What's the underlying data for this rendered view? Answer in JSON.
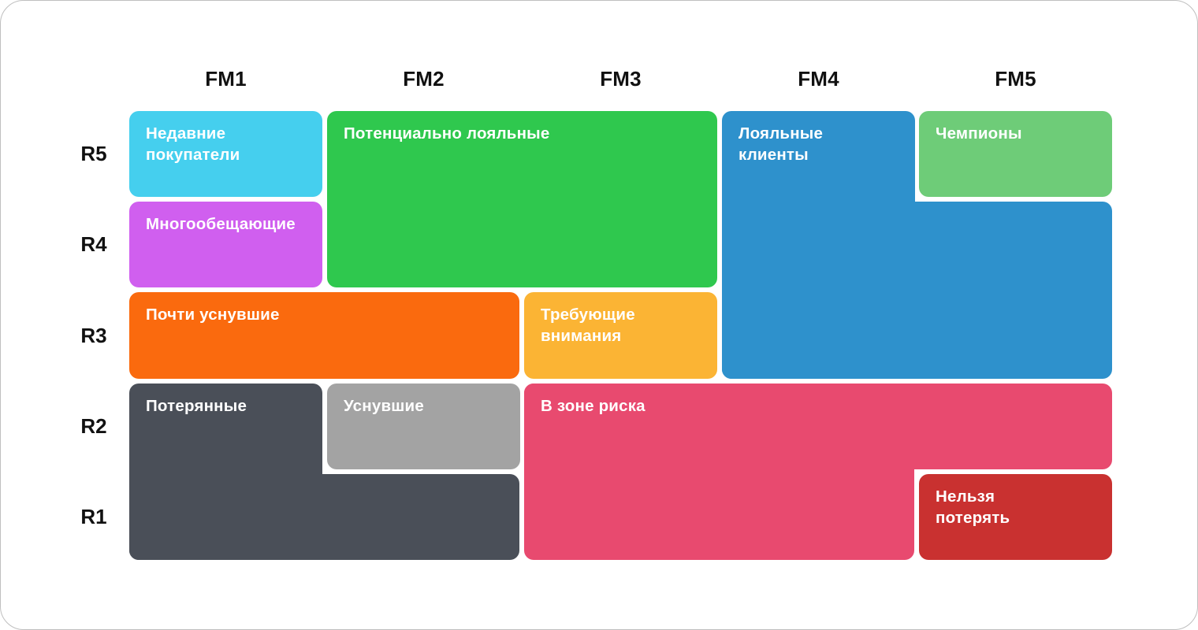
{
  "matrix": {
    "column_headers": [
      "FM1",
      "FM2",
      "FM3",
      "FM4",
      "FM5"
    ],
    "row_headers": [
      "R5",
      "R4",
      "R3",
      "R2",
      "R1"
    ]
  },
  "segments": {
    "recent_buyers": {
      "label": "Недавние покупатели",
      "color": "#45CFEE",
      "text_color": "#FFFFFF",
      "cells": [
        {
          "fm": [
            1,
            1
          ],
          "r": [
            5,
            5
          ]
        }
      ]
    },
    "potentially_loyal": {
      "label": "Потенциально лояльные",
      "color": "#2FC84E",
      "text_color": "#FFFFFF",
      "cells": [
        {
          "fm": [
            2,
            3
          ],
          "r": [
            4,
            5
          ]
        }
      ]
    },
    "loyal_customers": {
      "label": "Лояльные клиенты",
      "color": "#2E91CC",
      "text_color": "#FFFFFF",
      "cells": [
        {
          "fm": [
            4,
            4
          ],
          "r": [
            5,
            5
          ]
        },
        {
          "fm": [
            4,
            5
          ],
          "r": [
            3,
            4
          ]
        }
      ]
    },
    "champions": {
      "label": "Чемпионы",
      "color": "#6ECC78",
      "text_color": "#FFFFFF",
      "cells": [
        {
          "fm": [
            5,
            5
          ],
          "r": [
            5,
            5
          ]
        }
      ]
    },
    "promising": {
      "label": "Многообещающие",
      "color": "#D05FEF",
      "text_color": "#FFFFFF",
      "cells": [
        {
          "fm": [
            1,
            1
          ],
          "r": [
            4,
            4
          ]
        }
      ]
    },
    "about_to_sleep": {
      "label": "Почти уснувшие",
      "color": "#FA6A0E",
      "text_color": "#FFFFFF",
      "cells": [
        {
          "fm": [
            1,
            2
          ],
          "r": [
            3,
            3
          ]
        }
      ]
    },
    "need_attention": {
      "label": "Требующие внимания",
      "color": "#FBB434",
      "text_color": "#FFFFFF",
      "cells": [
        {
          "fm": [
            3,
            3
          ],
          "r": [
            3,
            3
          ]
        }
      ]
    },
    "lost": {
      "label": "Потерянные",
      "color": "#4A4F58",
      "text_color": "#FFFFFF",
      "cells": [
        {
          "fm": [
            1,
            1
          ],
          "r": [
            1,
            2
          ]
        },
        {
          "fm": [
            1,
            2
          ],
          "r": [
            1,
            1
          ]
        }
      ]
    },
    "hibernating": {
      "label": "Уснувшие",
      "color": "#A3A3A3",
      "text_color": "#FFFFFF",
      "cells": [
        {
          "fm": [
            2,
            2
          ],
          "r": [
            2,
            2
          ]
        }
      ]
    },
    "at_risk": {
      "label": "В зоне риска",
      "color": "#E84A6F",
      "text_color": "#FFFFFF",
      "cells": [
        {
          "fm": [
            3,
            5
          ],
          "r": [
            2,
            2
          ]
        },
        {
          "fm": [
            3,
            4
          ],
          "r": [
            1,
            1
          ]
        }
      ]
    },
    "cant_lose": {
      "label": "Нельзя потерять",
      "color": "#C93130",
      "text_color": "#FFFFFF",
      "cells": [
        {
          "fm": [
            5,
            5
          ],
          "r": [
            1,
            1
          ]
        }
      ]
    }
  }
}
